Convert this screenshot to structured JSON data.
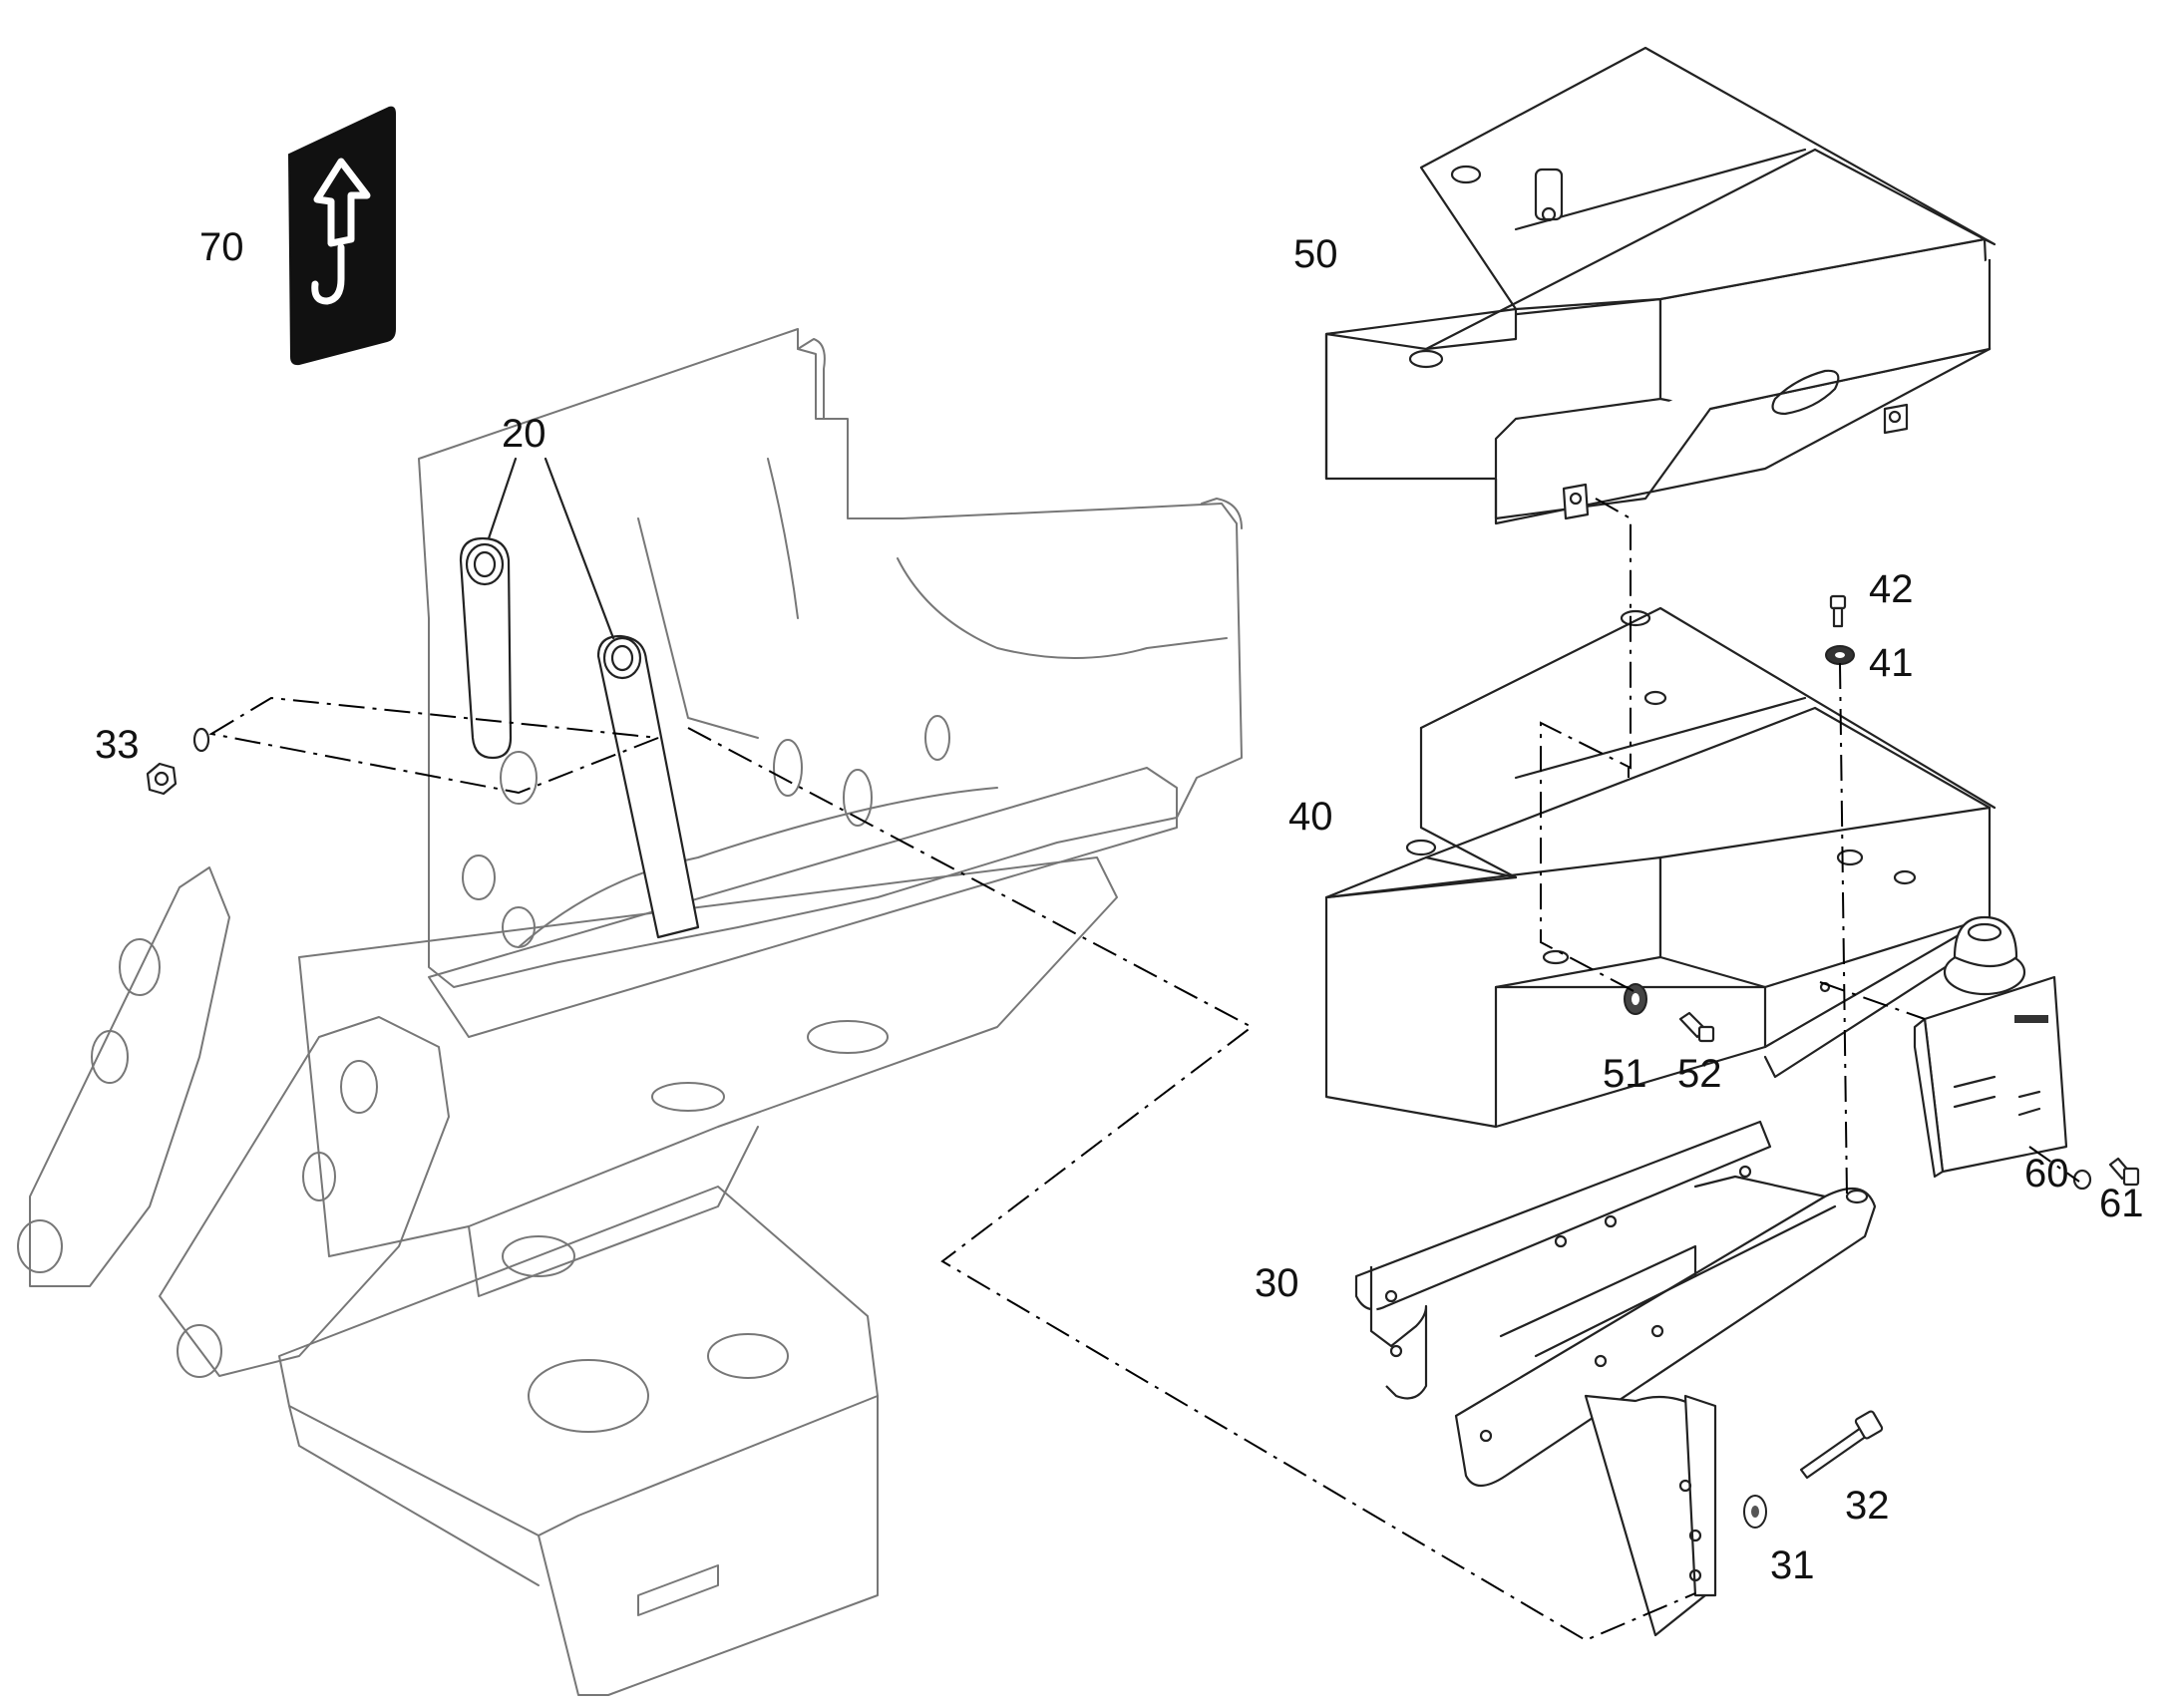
{
  "callouts": [
    {
      "id": "c70",
      "text": "70"
    },
    {
      "id": "c20",
      "text": "20"
    },
    {
      "id": "c33",
      "text": "33"
    },
    {
      "id": "c50",
      "text": "50"
    },
    {
      "id": "c42",
      "text": "42"
    },
    {
      "id": "c41",
      "text": "41"
    },
    {
      "id": "c40",
      "text": "40"
    },
    {
      "id": "c51",
      "text": "51"
    },
    {
      "id": "c52",
      "text": "52"
    },
    {
      "id": "c60",
      "text": "60"
    },
    {
      "id": "c61",
      "text": "61"
    },
    {
      "id": "c30",
      "text": "30"
    },
    {
      "id": "c32",
      "text": "32"
    },
    {
      "id": "c31",
      "text": "31"
    }
  ]
}
